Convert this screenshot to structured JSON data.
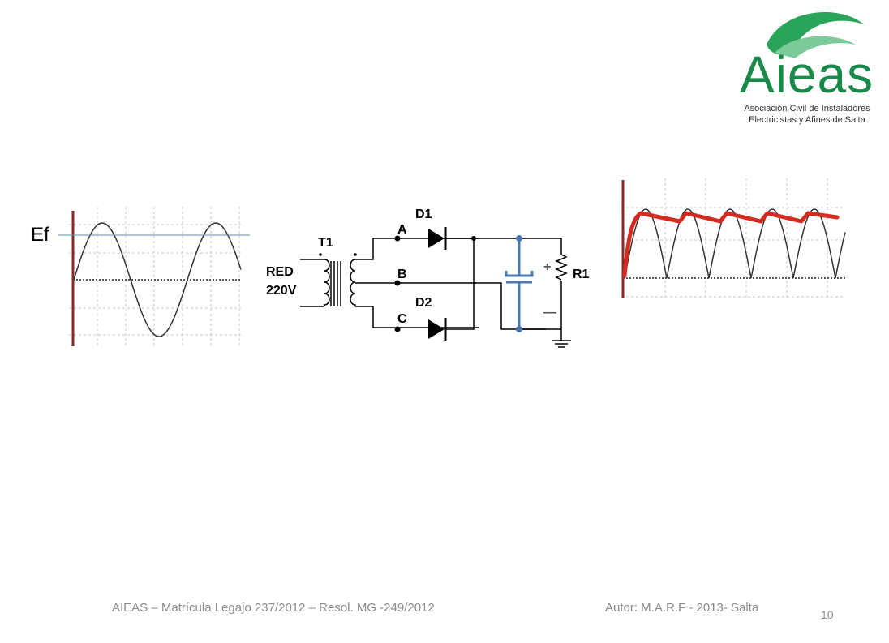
{
  "logo": {
    "name": "Aieas",
    "subtitle_line1": "Asociación Civil de Instaladores",
    "subtitle_line2": "Electricistas y Afines de Salta",
    "color": "#1a8a4a"
  },
  "input_scope": {
    "label": "Ef"
  },
  "circuit": {
    "transformer": "T1",
    "source_line1": "RED",
    "source_line2": "220V",
    "node_a": "A",
    "node_b": "B",
    "node_c": "C",
    "diode1": "D1",
    "diode2": "D2",
    "resistor": "R1",
    "plus_sign": "+",
    "minus_sign": "—"
  },
  "footer": {
    "left": "AIEAS – Matrícula Legajo 237/2012 – Resol. MG -249/2012",
    "right": "Autor: M.A.R.F - 2013- Salta",
    "page": "10"
  },
  "colors": {
    "ripple": "#d42a20",
    "capacitor": "#4a78b0",
    "ef_line": "#5a8fc0"
  }
}
